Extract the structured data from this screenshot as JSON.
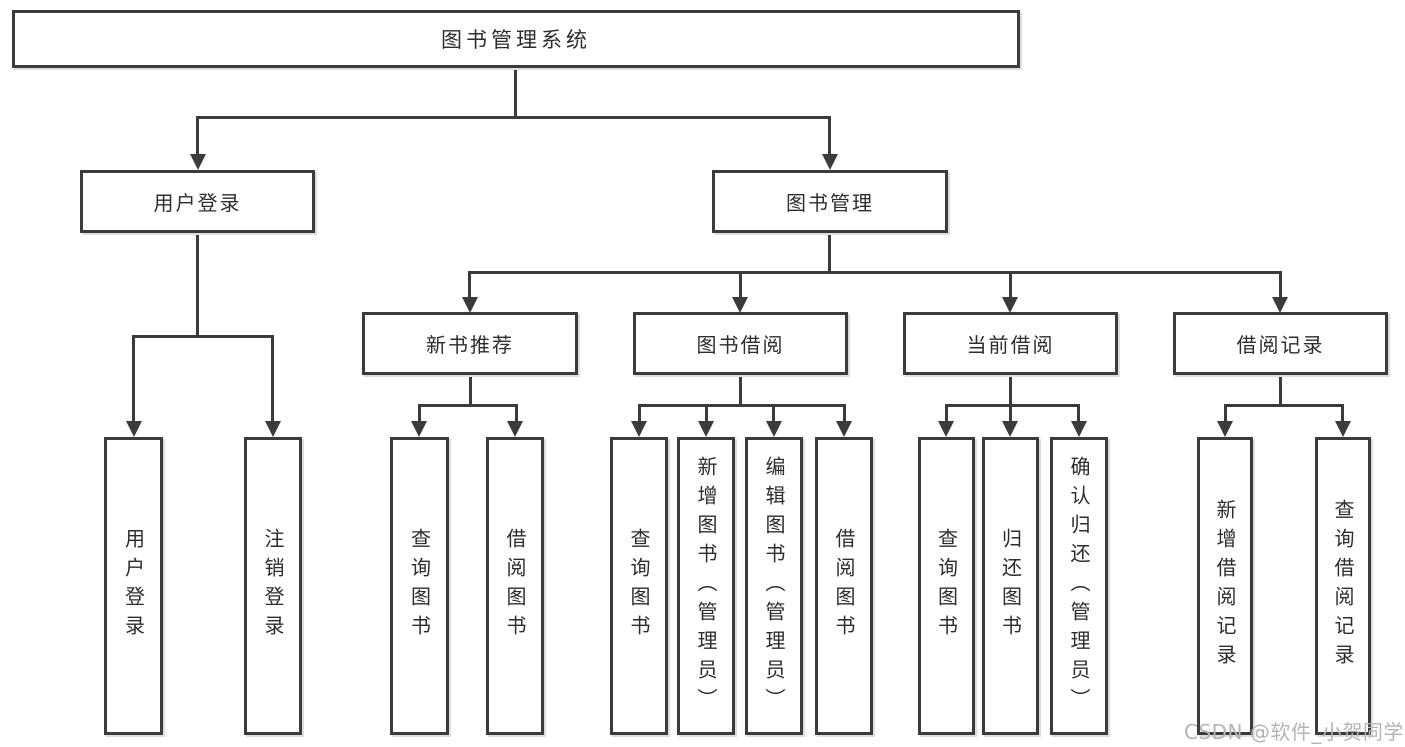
{
  "nodes": {
    "root": "图书管理系统",
    "level2": [
      "用户登录",
      "图书管理"
    ],
    "level3": [
      "新书推荐",
      "图书借阅",
      "当前借阅",
      "借阅记录"
    ],
    "leaves_user": [
      "用户登录",
      "注销登录"
    ],
    "leaves_recommend": [
      "查询图书",
      "借阅图书"
    ],
    "leaves_borrow": [
      "查询图书",
      "新增图书（管理员）",
      "编辑图书（管理员）",
      "借阅图书"
    ],
    "leaves_current": [
      "查询图书",
      "归还图书",
      "确认归还（管理员）"
    ],
    "leaves_records": [
      "新增借阅记录",
      "查询借阅记录"
    ]
  },
  "watermark": "CSDN @软件_小贺同学",
  "colors": {
    "line": "#3b3b3b",
    "text": "#2d2d2d",
    "watermark": "#b9b3b3",
    "background": "#ffffff"
  }
}
